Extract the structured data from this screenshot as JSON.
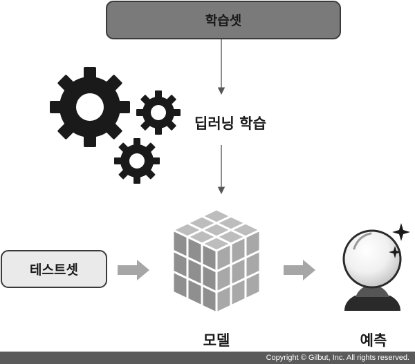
{
  "nodes": {
    "training_set": "학습셋",
    "deep_learning": "딥러닝 학습",
    "test_set": "테스트셋",
    "model": "모델",
    "prediction": "예측"
  },
  "icons": {
    "gears": "gears-icon",
    "model": "rubiks-cube-icon",
    "prediction": "crystal-ball-icon"
  },
  "footer": {
    "copyright": "Copyright © Gilbut, Inc. All rights reserved."
  }
}
